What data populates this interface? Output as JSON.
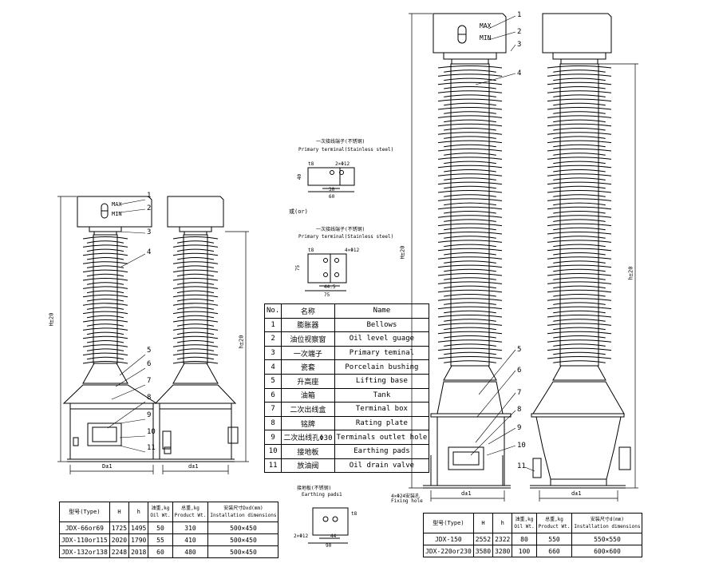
{
  "oil_gauge_left": {
    "max": "MAX",
    "min": "MIN"
  },
  "oil_gauge_right": {
    "max": "MAX",
    "min": "MIN"
  },
  "callouts_left": [
    "1",
    "2",
    "3",
    "4",
    "5",
    "6",
    "7",
    "8",
    "9",
    "10",
    "11"
  ],
  "callouts_right": [
    "1",
    "2",
    "3",
    "4",
    "5",
    "6",
    "7",
    "8",
    "9",
    "10",
    "11"
  ],
  "left_dims": {
    "H": "H±20",
    "h": "h±20",
    "D": "D±1",
    "d": "d±1"
  },
  "right_dims": {
    "H": "H±20",
    "h": "h±20",
    "d1": "d±1",
    "d2": "d±1"
  },
  "terminal1": {
    "title_cn": "一次接线端子(不锈钢)",
    "title_en": "Primary terminal(Stainless steel)",
    "hole": "2×Φ12",
    "t": "t8",
    "d1": "30",
    "d2": "60",
    "d3": "40"
  },
  "or_text": "或(or)",
  "terminal2": {
    "title_cn": "一次接线端子(不锈钢)",
    "title_en": "Primary terminal(Stainless steel)",
    "hole": "4×Φ12",
    "t": "t8",
    "d1": "44.5",
    "d2": "75",
    "d3": "75"
  },
  "earth_pad": {
    "title_cn": "接地板(不锈钢)",
    "title_en": "Earthing pads1",
    "hole": "2×Φ12",
    "d1": "44",
    "d2": "90",
    "t": "t8"
  },
  "fixing_hole": {
    "label_cn": "4×Φ24安装孔",
    "label_en": "Fixing hole"
  },
  "parts_table": {
    "headers": [
      "No.",
      "名称",
      "Name"
    ],
    "rows": [
      [
        "1",
        "膨胀器",
        "Bellows"
      ],
      [
        "2",
        "油位视察窗",
        "Oil level guage"
      ],
      [
        "3",
        "一次端子",
        "Primary teminal"
      ],
      [
        "4",
        "瓷套",
        "Porcelain bushing"
      ],
      [
        "5",
        "升高座",
        "Lifting base"
      ],
      [
        "6",
        "油箱",
        "Tank"
      ],
      [
        "7",
        "二次出线盒",
        "Terminal box"
      ],
      [
        "8",
        "铭牌",
        "Rating plate"
      ],
      [
        "9",
        "二次出线孔Φ30",
        "Terminals outlet hole"
      ],
      [
        "10",
        "接地板",
        "Earthing pads"
      ],
      [
        "11",
        "放油阀",
        "Oil drain valve"
      ]
    ]
  },
  "spec_table_left": {
    "headers": [
      "型号(Type)",
      "H",
      "h",
      "油重,kg\nOil Wt.",
      "总重,kg\nProduct Wt.",
      "安装尺寸Dxd(mm)\nInstallation dimensions"
    ],
    "rows": [
      [
        "JDX-66or69",
        "1725",
        "1495",
        "50",
        "310",
        "500×450"
      ],
      [
        "JDX-110or115",
        "2020",
        "1790",
        "55",
        "410",
        "500×450"
      ],
      [
        "JDX-132or138",
        "2248",
        "2018",
        "60",
        "480",
        "500×450"
      ]
    ]
  },
  "spec_table_right": {
    "headers": [
      "型号(Type)",
      "H",
      "h",
      "油重,kg\nOil Wt.",
      "总重,kg\nProduct Wt.",
      "安装尺寸d(mm)\nInstallation dimensions"
    ],
    "rows": [
      [
        "JDX-150",
        "2552",
        "2322",
        "80",
        "550",
        "550×550"
      ],
      [
        "JDX-220or230",
        "3580",
        "3280",
        "100",
        "660",
        "600×600"
      ]
    ]
  }
}
